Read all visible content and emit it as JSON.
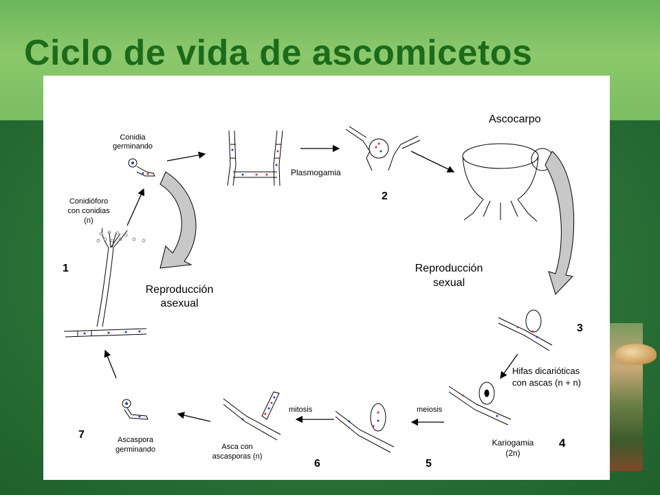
{
  "title": "Ciclo de vida de ascomicetos",
  "labels": {
    "conidia_germinando_1": "Conidia",
    "conidia_germinando_2": "germinando",
    "plasmogamia": "Plasmogamia",
    "ascocarpo": "Ascocarpo",
    "conidioforo_1": "Conidióforo",
    "conidioforo_2": "con conidias",
    "conidioforo_3": "(n)",
    "reproduccion_asexual_1": "Reproducción",
    "reproduccion_asexual_2": "asexual",
    "reproduccion_sexual_1": "Reproducción",
    "reproduccion_sexual_2": "sexual",
    "hifas_1": "Hifas dicarióticas",
    "hifas_2": "con ascas (n + n)",
    "meiosis": "meiosis",
    "mitosis": "mitosis",
    "kariogamia_1": "Kariogamia",
    "kariogamia_2": "(2n)",
    "asca_1": "Asca con",
    "asca_2": "ascasporas (n)",
    "ascaspora_1": "Ascaspora",
    "ascaspora_2": "germinando"
  },
  "steps": {
    "s1": "1",
    "s2": "2",
    "s3": "3",
    "s4": "4",
    "s5": "5",
    "s6": "6",
    "s7": "7"
  },
  "colors": {
    "title": "#1b6b1b",
    "nucleus_blue": "#1a3fbf",
    "nucleus_red": "#d42a2a",
    "arrow_fill": "#c8c8c8"
  }
}
